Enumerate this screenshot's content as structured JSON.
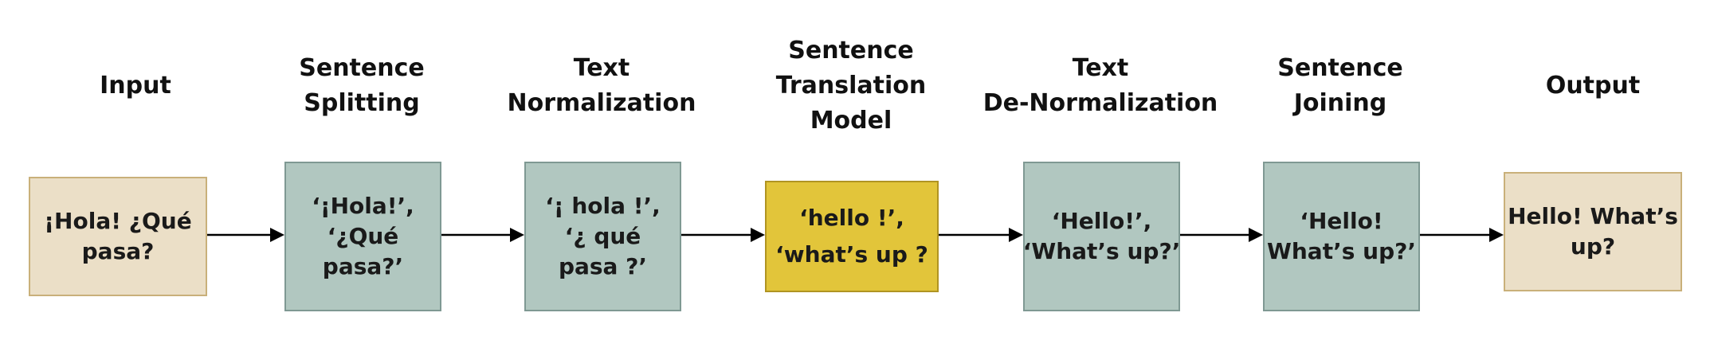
{
  "colors": {
    "io_fill": "#ebdfc7",
    "process_fill": "#b1c7c0",
    "model_fill": "#e2c53a",
    "arrow": "#000000"
  },
  "stages": [
    {
      "title": [
        "Input"
      ],
      "content": [
        "¡Hola! ¿Qué",
        "pasa?"
      ]
    },
    {
      "title": [
        "Sentence",
        "Splitting"
      ],
      "content": [
        "‘¡Hola!’,",
        "‘¿Qué",
        "pasa?’"
      ]
    },
    {
      "title": [
        "Text",
        "Normalization"
      ],
      "content": [
        "‘¡ hola !’,",
        "‘¿ qué",
        "pasa ?’"
      ]
    },
    {
      "title": [
        "Sentence",
        "Translation",
        "Model"
      ],
      "content": [
        "‘hello !’,",
        "‘what’s up ?"
      ]
    },
    {
      "title": [
        "Text",
        "De-Normalization"
      ],
      "content": [
        "‘Hello!’,",
        "‘What’s up?’"
      ]
    },
    {
      "title": [
        "Sentence",
        "Joining"
      ],
      "content": [
        "‘Hello!",
        "What’s up?’"
      ]
    },
    {
      "title": [
        "Output"
      ],
      "content": [
        "Hello! What’s",
        "up?"
      ]
    }
  ]
}
